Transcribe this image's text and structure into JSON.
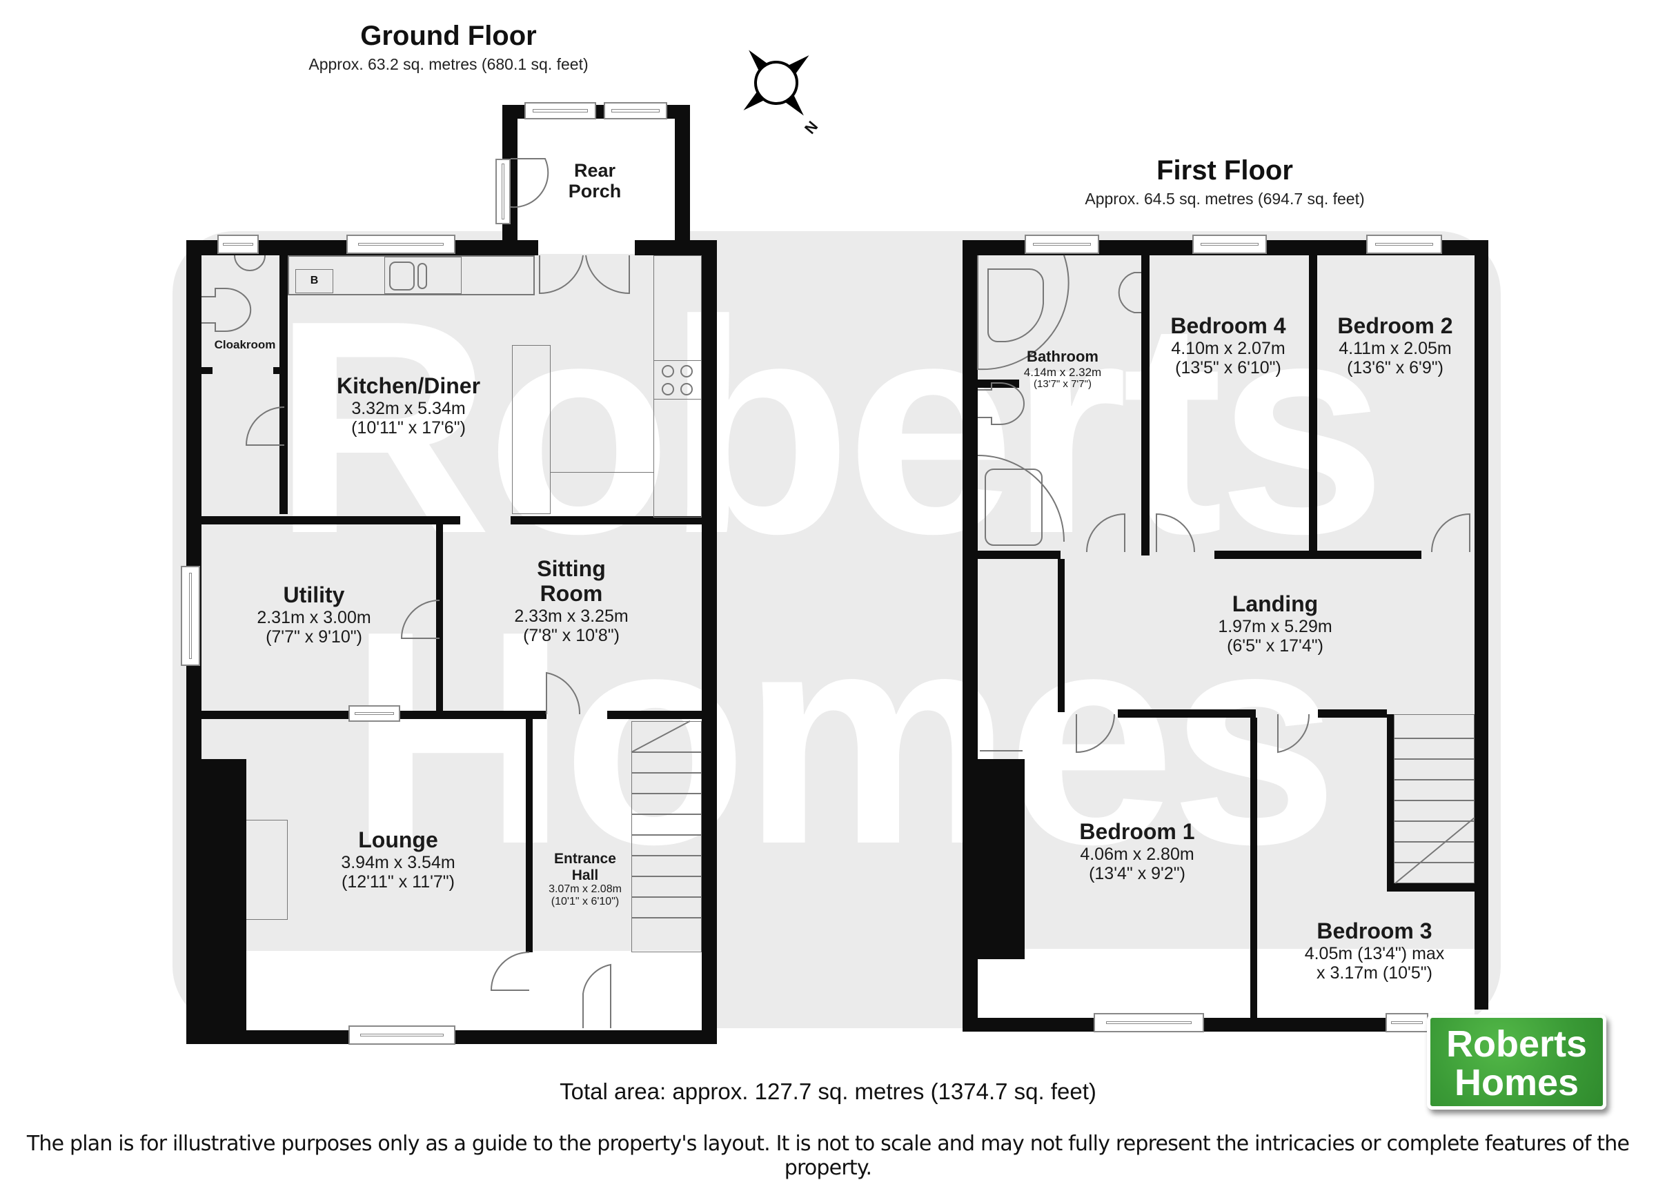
{
  "ground_floor": {
    "title": "Ground Floor",
    "area": "Approx. 63.2 sq. metres (680.1 sq. feet)",
    "rooms": [
      {
        "name": "Rear",
        "name2": "Porch"
      },
      {
        "name": "Cloakroom"
      },
      {
        "name": "Kitchen/Diner",
        "metric": "3.32m x 5.34m",
        "imperial": "(10'11\" x 17'6\")"
      },
      {
        "name": "Utility",
        "metric": "2.31m x 3.00m",
        "imperial": "(7'7\" x 9'10\")"
      },
      {
        "name": "Sitting",
        "name2": "Room",
        "metric": "2.33m x 3.25m",
        "imperial": "(7'8\" x 10'8\")"
      },
      {
        "name": "Lounge",
        "metric": "3.94m x 3.54m",
        "imperial": "(12'11\" x 11'7\")"
      },
      {
        "name": "Entrance",
        "name2": "Hall",
        "metric": "3.07m x 2.08m",
        "imperial": "(10'1\" x 6'10\")"
      }
    ],
    "fixtures": {
      "boiler_label": "B"
    }
  },
  "first_floor": {
    "title": "First Floor",
    "area": "Approx. 64.5 sq. metres (694.7 sq. feet)",
    "rooms": [
      {
        "name": "Bathroom",
        "metric": "4.14m x 2.32m",
        "imperial": "(13'7\" x 7'7\")"
      },
      {
        "name": "Bedroom 4",
        "metric": "4.10m x 2.07m",
        "imperial": "(13'5\" x 6'10\")"
      },
      {
        "name": "Bedroom 2",
        "metric": "4.11m x 2.05m",
        "imperial": "(13'6\" x 6'9\")"
      },
      {
        "name": "Landing",
        "metric": "1.97m x 5.29m",
        "imperial": "(6'5\" x 17'4\")"
      },
      {
        "name": "Bedroom 1",
        "metric": "4.06m x 2.80m",
        "imperial": "(13'4\" x 9'2\")"
      },
      {
        "name": "Bedroom 3",
        "metric": "4.05m (13'4\") max",
        "imperial": "x 3.17m (10'5\")"
      }
    ]
  },
  "compass": {
    "label": "N",
    "icon": "compass-rose-icon"
  },
  "watermark": {
    "line1": "Roberts",
    "line2": "Homes"
  },
  "logo": {
    "line1": "Roberts",
    "line2": "Homes",
    "color": "#3d9e38"
  },
  "footer": {
    "total_area": "Total area: approx. 127.7 sq. metres (1374.7 sq. feet)",
    "disclaimer": "The plan is for illustrative purposes only as a guide to the property's layout. It is not to scale and may not fully represent the intricacies or complete features of the property."
  },
  "colors": {
    "wall": "#0d0d0d",
    "floor": "#ebebeb",
    "fixture_line": "#777777",
    "brand_green": "#3d9e38"
  }
}
